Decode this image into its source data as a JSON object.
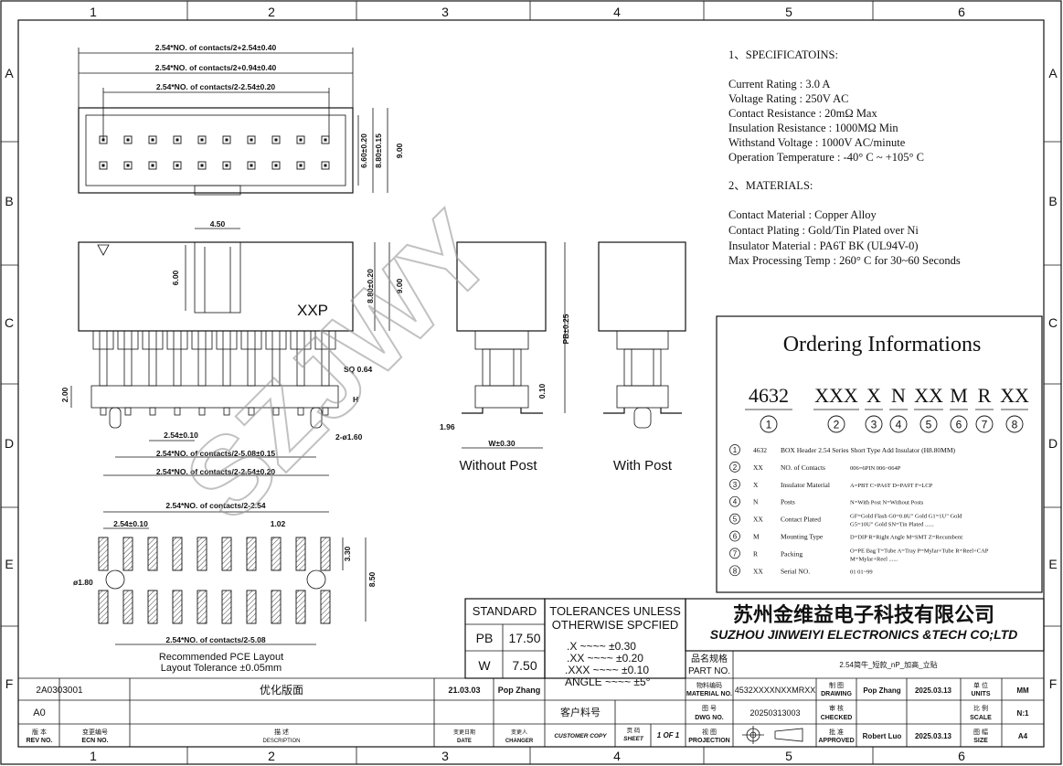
{
  "grid": {
    "cols": [
      "1",
      "2",
      "3",
      "4",
      "5",
      "6"
    ],
    "rows": [
      "A",
      "B",
      "C",
      "D",
      "E",
      "F"
    ]
  },
  "specs": {
    "title": "1、SPECIFICATOINS:",
    "lines": [
      "Current  Rating  : 3.0 A",
      "Voltage  Rating  : 250V AC",
      "Contact    Resistance   : 20mΩ  Max",
      "Insulation Resistance  : 1000MΩ Min",
      "Withstand   Voltage    : 1000V AC/minute",
      "Operation  Temperature : -40° C ~ +105° C"
    ]
  },
  "materials": {
    "title": "2、MATERIALS:",
    "lines": [
      "Contact  Material   : Copper Alloy",
      "Contact  Plating    : Gold/Tin Plated over Ni",
      "Insulator Material  : PA6T  BK (UL94V-0)",
      "Max Processing Temp : 260° C for 30~60 Seconds"
    ]
  },
  "ordering": {
    "title": "Ordering Informations",
    "code_parts": [
      "4632",
      "XXX",
      "X",
      "N",
      "XX",
      "M",
      "R",
      "XX"
    ],
    "circle_nums": [
      "1",
      "2",
      "3",
      "4",
      "5",
      "6",
      "7",
      "8"
    ],
    "rows": [
      {
        "n": "1",
        "code": "4632",
        "desc": "BOX  Header 2.54  Series  Short Type Add Insulator (H8.80MM)",
        "opts": ""
      },
      {
        "n": "2",
        "code": "XX",
        "desc": "NO. of Contacts",
        "opts": "006=6PIN  006~064P"
      },
      {
        "n": "3",
        "code": "X",
        "desc": "Insulator Material",
        "opts": "A=PBT C=PA6T  D=PA9T  F=LCP"
      },
      {
        "n": "4",
        "code": "N",
        "desc": "Posts",
        "opts": "N=With Post  N=Without Posts"
      },
      {
        "n": "5",
        "code": "XX",
        "desc": "Contact Plated",
        "opts": "GF=Gold Flash  G0=0.8U\" Gold  G1=1U\" Gold  G5=10U\" Gold    SN=Tin Plated  ......"
      },
      {
        "n": "6",
        "code": "M",
        "desc": "Mounting Type",
        "opts": "D=DIP   R=Right Angle  M=SMT  Z=Recumbent"
      },
      {
        "n": "7",
        "code": "R",
        "desc": "Packing",
        "opts": "O=PE Bag  T=Tube  A=Tray  P=Mylar+Tube  R=Reel+CAP  M=Mylar+Reel  ......"
      },
      {
        "n": "8",
        "code": "XX",
        "desc": "Serial NO.",
        "opts": "01    01~99"
      }
    ]
  },
  "top_view": {
    "dims": [
      "2.54*NO. of contacts/2+2.54±0.40",
      "2.54*NO. of contacts/2+0.94±0.40",
      "2.54*NO. of contacts/2-2.54±0.20",
      "6.60±0.20",
      "8.80±0.15",
      "9.00"
    ]
  },
  "front_view": {
    "dims": [
      "4.50",
      "6.00",
      "8.80±0.20",
      "9.00",
      "SQ 0.64",
      "2.00",
      "2.54±0.10",
      "2-ø1.60",
      "2.54*NO. of contacts/2-5.08±0.15",
      "2.54*NO. of contacts/2-2.54±0.20",
      "H"
    ],
    "label": "XXP"
  },
  "side_views": {
    "without_post": "Without  Post",
    "with_post": "With    Post",
    "dims": [
      "PB±0.25",
      "0.10",
      "1.96",
      "W±0.30"
    ]
  },
  "pcb_layout": {
    "dims": [
      "2.54*NO. of contacts/2-2.54",
      "2.54±0.10",
      "1.02",
      "3.30",
      "8.50",
      "ø1.80",
      "2.54*NO. of contacts/2-5.08"
    ],
    "caption_1": "Recommended PCE Layout",
    "caption_2": "Layout Tolerance ±0.05mm"
  },
  "watermark": "SZJWY",
  "standard_table": {
    "header": "STANDARD",
    "rows": [
      {
        "k": "PB",
        "v": "17.50"
      },
      {
        "k": "W",
        "v": "7.50"
      }
    ]
  },
  "tolerances": {
    "title_1": "TOLERANCES  UNLESS",
    "title_2": "OTHERWISE  SPCFIED",
    "lines": [
      ".X   ~~~~  ±0.30",
      ".XX  ~~~~  ±0.20",
      ".XXX  ~~~~  ±0.10",
      "ANGLE  ~~~~  ±5°"
    ]
  },
  "company": {
    "cn": "苏州金维益电子科技有限公司",
    "en": "SUZHOU JINWEIYI ELECTRONICS &TECH CO;LTD"
  },
  "title_block": {
    "part_no_label_cn": "品名规格",
    "part_no_label": "PART  NO.",
    "part_no_value": "2.54简牛_短款_nP_加高_立贴",
    "material_label_cn": "物料编码",
    "material_label": "MATERIAL NO.",
    "material_value": "4532XXXXNXXMRXX",
    "drawing_label_cn": "制 图",
    "drawing_label": "DRAWING",
    "drawing_name": "Pop Zhang",
    "drawing_date": "2025.03.13",
    "units_label_cn": "单 位",
    "units_label": "UNITS",
    "units_value": "MM",
    "dwg_label_cn": "图 号",
    "dwg_label": "DWG NO.",
    "dwg_value": "20250313003",
    "checked_label_cn": "审 核",
    "checked_label": "CHECKED",
    "scale_label_cn": "比 例",
    "scale_label": "SCALE",
    "scale_value": "N:1",
    "projection_label_cn": "视 图",
    "projection_label": "PROJECTION",
    "approved_label_cn": "批 准",
    "approved_label": "APPROVED",
    "approved_name": "Robert Luo",
    "approved_date": "2025.03.13",
    "size_label_cn": "图 幅",
    "size_label": "SIZE",
    "size_value": "A4",
    "customer_no_cn": "客户料号",
    "customer_copy": "CUSTOMER COPY",
    "sheet_label_cn": "页 码",
    "sheet_label": "SHEET",
    "sheet_value": "1 OF 1"
  },
  "revision": {
    "row1": {
      "ecn": "2A0303001",
      "desc": "优化版面",
      "date": "21.03.03",
      "changer": "Pop Zhang"
    },
    "row2": {
      "rev": "A0"
    },
    "headers": {
      "rev_cn": "版 本",
      "rev": "REV NO.",
      "ecn_cn": "变更编号",
      "ecn": "ECN    NO.",
      "desc_cn": "描 述",
      "desc": "DESCRIPTION",
      "date_cn": "变更日期",
      "date": "DATE",
      "changer_cn": "变更人",
      "changer": "CHANGER"
    }
  }
}
